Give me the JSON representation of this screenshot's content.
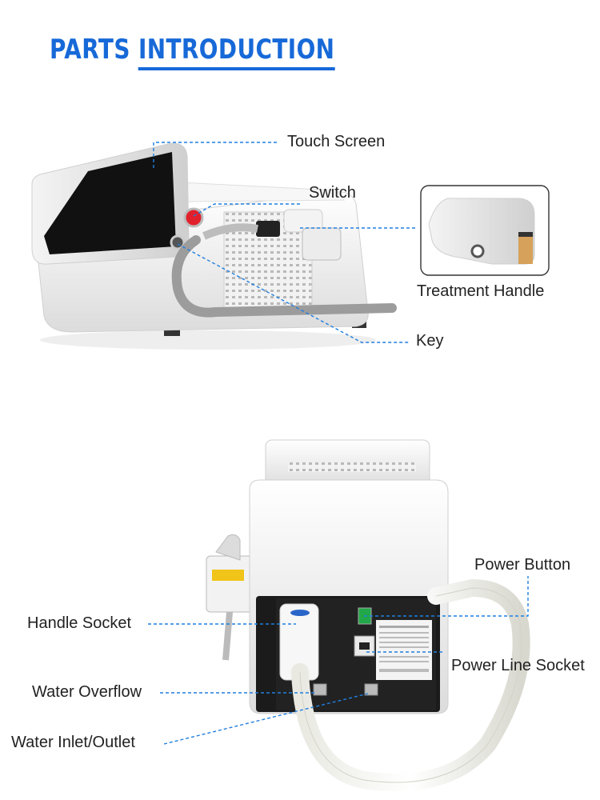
{
  "title": {
    "part1": "PARTS",
    "part2": "INTRODUCTION"
  },
  "labels": {
    "touch_screen": "Touch Screen",
    "switch": "Switch",
    "treatment_handle": "Treatment Handle",
    "key": "Key",
    "power_button": "Power Button",
    "handle_socket": "Handle Socket",
    "power_line_socket": "Power Line Socket",
    "water_overflow": "Water Overflow",
    "water_inlet_outlet": "Water Inlet/Outlet"
  },
  "colors": {
    "accent": "#1769d8",
    "line": "#1f7fe0",
    "switch_red": "#e0212b",
    "power_green": "#22a84a"
  }
}
